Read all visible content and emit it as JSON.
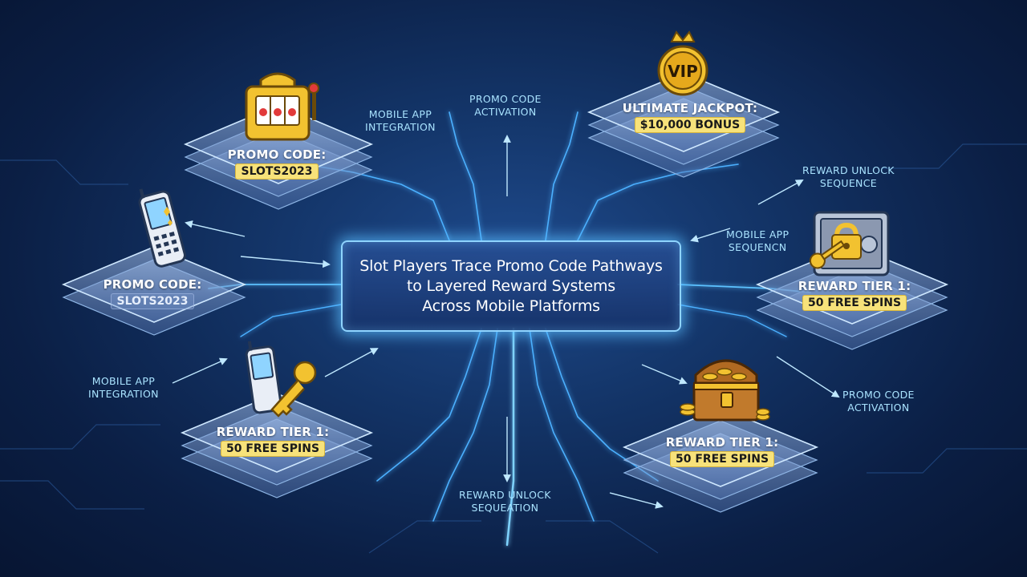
{
  "title": {
    "line1": "Slot Players Trace Promo Code Pathways",
    "line2": "to Layered Reward Systems",
    "line3": "Across Mobile Platforms"
  },
  "nodes": {
    "slot_machine": {
      "title": "PROMO CODE:",
      "badge": "SLOTS2023"
    },
    "vip": {
      "title": "ULTIMATE JACKPOT:",
      "badge": "$10,000 BONUS",
      "emblem": "VIP"
    },
    "phone": {
      "title": "PROMO CODE:",
      "badge": "SLOTS2023"
    },
    "vault": {
      "title": "REWARD TIER 1:",
      "badge": "50 FREE SPINS"
    },
    "phone_key": {
      "title": "REWARD TIER 1:",
      "badge": "50 FREE SPINS"
    },
    "chest": {
      "title": "REWARD TIER 1:",
      "badge": "50 FREE SPINS"
    }
  },
  "labels": {
    "mobile_top": {
      "line1": "MOBILE APP",
      "line2": "INTEGRATION"
    },
    "activation_top": {
      "line1": "PROMO CODE",
      "line2": "ACTIVATION"
    },
    "reward_seq_right": {
      "line1": "REWARD UNLOCK",
      "line2": "SEQUENCE"
    },
    "mobile_seq_right": {
      "line1": "MOBILE APP",
      "line2": "SEQUENCN"
    },
    "mobile_left": {
      "line1": "MOBILE APP",
      "line2": "INTEGRATION"
    },
    "activation_right": {
      "line1": "PROMO CODE",
      "line2": "ACTIVATION"
    },
    "reward_bottom": {
      "line1": "REWARD UNLOCK",
      "line2": "SEQUEATION"
    }
  },
  "icons": [
    "slot-machine-icon",
    "vip-crown-icon",
    "flip-phone-icon",
    "vault-lock-icon",
    "phone-key-icon",
    "treasure-chest-icon"
  ],
  "colors": {
    "background": "#0b1f45",
    "glow": "#8fd4ff",
    "badge": "#f7e27a",
    "label": "#a9e3ff"
  }
}
